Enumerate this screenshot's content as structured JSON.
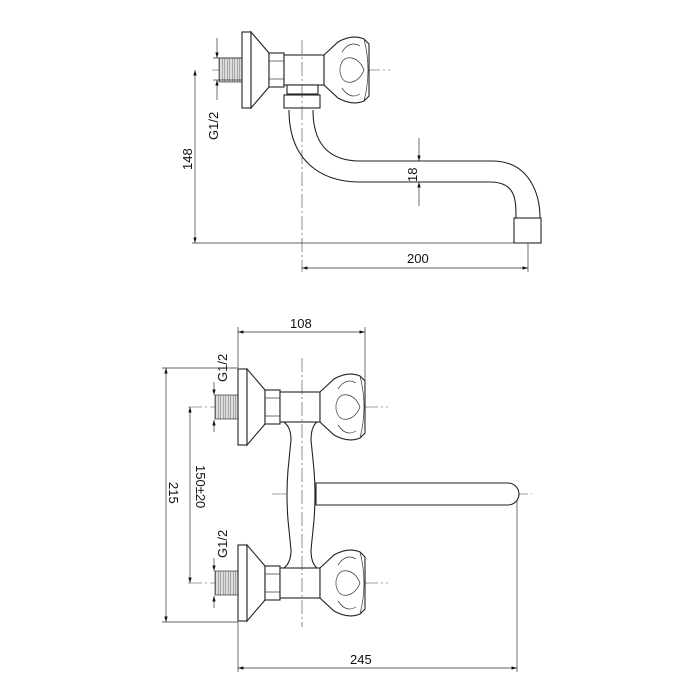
{
  "drawing": {
    "side_view": {
      "thread_label": "G1/2",
      "height_label": "148",
      "tube_diameter_label": "18",
      "reach_label": "200"
    },
    "front_view": {
      "width_label": "108",
      "top_thread_label": "G1/2",
      "bottom_thread_label": "G1/2",
      "height_label": "215",
      "spacing_label": "150±20",
      "reach_label": "245"
    }
  }
}
